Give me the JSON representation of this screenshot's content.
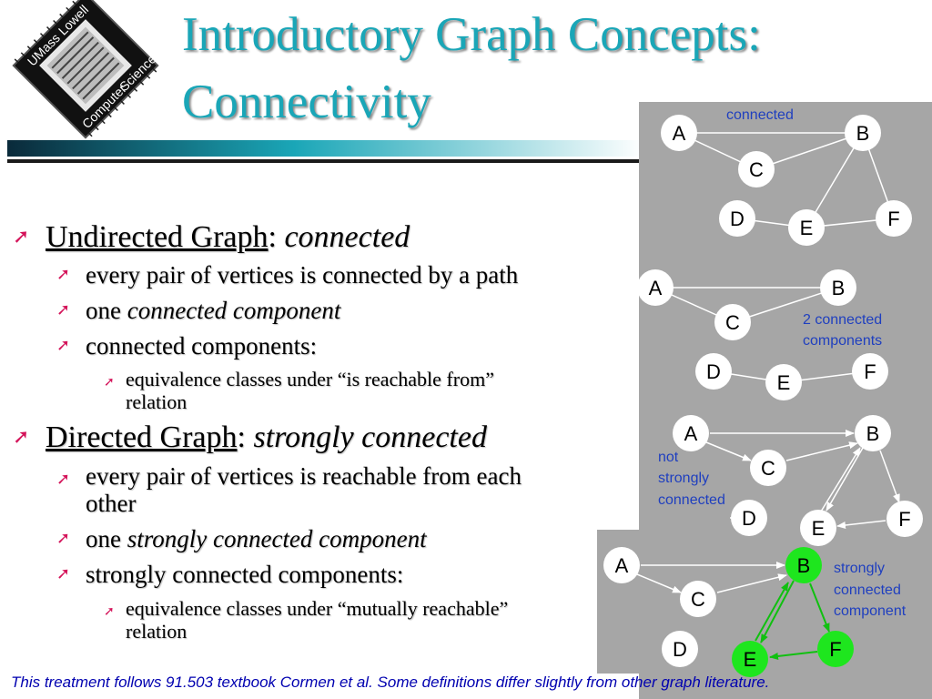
{
  "logo": {
    "text_umass": "UMass",
    "text_lowell": "Lowell",
    "text_computer": "Computer",
    "text_science": "Science"
  },
  "title": {
    "line1": "Introductory Graph Concepts:",
    "line2": "Connectivity"
  },
  "bullets": {
    "undirected": {
      "label": "Undirected Graph",
      "separator": ":",
      "term": "connected",
      "sub1": "every pair of vertices is connected by a path",
      "sub2_prefix": "one",
      "sub2_term": "connected component",
      "sub3": "connected components:",
      "sub3_detail_line1": "equivalence classes under “is reachable from”",
      "sub3_detail_line2": "relation"
    },
    "directed": {
      "label": "Directed Graph",
      "separator": ":",
      "term": "strongly connected",
      "sub1_line1": "every pair of vertices is reachable from each",
      "sub1_line2": "other",
      "sub2_prefix": "one",
      "sub2_term": "strongly connected component",
      "sub3": "strongly connected components:",
      "sub3_detail_line1": "equivalence classes under “mutually  reachable”",
      "sub3_detail_line2": "relation"
    }
  },
  "graphs": {
    "connected": {
      "caption": [
        "connected"
      ],
      "vertices": [
        "A",
        "B",
        "C",
        "D",
        "E",
        "F"
      ]
    },
    "two_components": {
      "caption": [
        "2 connected",
        "components"
      ],
      "vertices": [
        "A",
        "B",
        "C",
        "D",
        "E",
        "F"
      ]
    },
    "not_strongly": {
      "caption": [
        "not",
        "strongly",
        "connected"
      ],
      "vertices": [
        "A",
        "B",
        "C",
        "D",
        "E",
        "F"
      ]
    },
    "strongly_component": {
      "caption": [
        "strongly",
        "connected",
        "component"
      ],
      "vertices": [
        "A",
        "B",
        "C",
        "D",
        "E",
        "F"
      ],
      "highlighted": [
        "B",
        "E",
        "F"
      ]
    }
  },
  "footer": "This treatment follows 91.503 textbook Cormen et al.  Some definitions differ slightly from other graph literature.",
  "colors": {
    "title": "#1aa6b7",
    "bullet": "#d4145a",
    "panel": "#a6a6a6",
    "caption": "#1f3fbf",
    "highlight": "#1ee61e",
    "edge_green": "#10c010",
    "footer": "#0000b0"
  }
}
